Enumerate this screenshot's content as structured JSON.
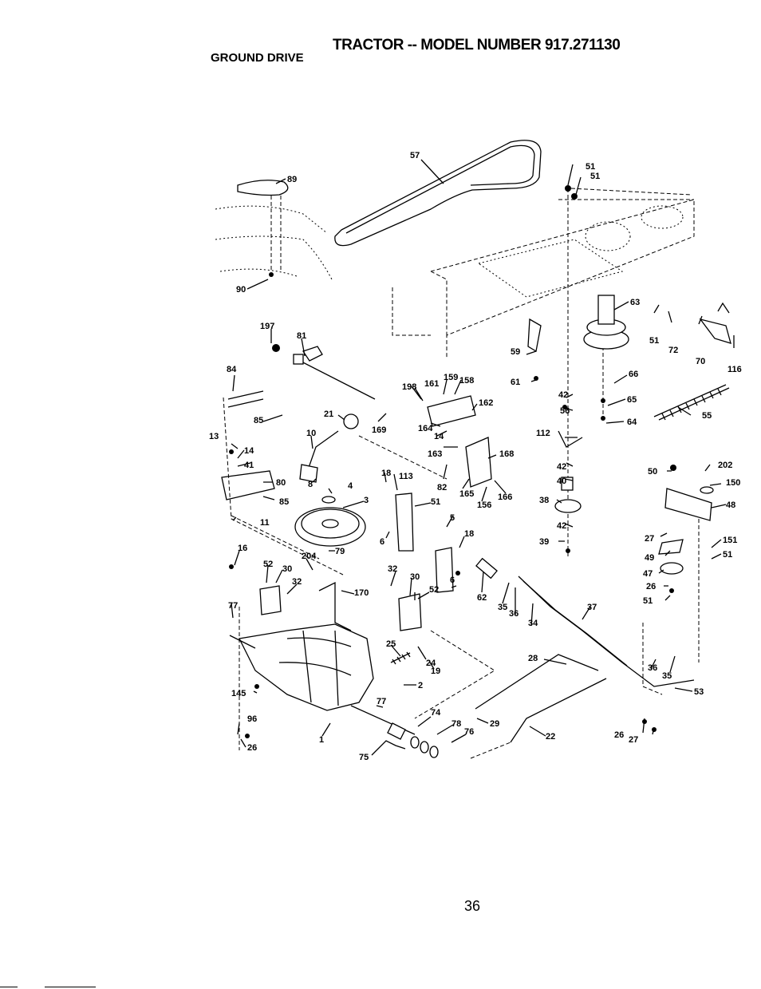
{
  "header": {
    "title": "TRACTOR -- MODEL NUMBER 917.271130",
    "subtitle": "GROUND DRIVE"
  },
  "page_number": "36",
  "callouts": [
    "57",
    "51",
    "51",
    "89",
    "90",
    "63",
    "51",
    "72",
    "70",
    "116",
    "197",
    "81",
    "84",
    "159",
    "158",
    "198",
    "161",
    "66",
    "162",
    "59",
    "61",
    "42",
    "65",
    "56",
    "64",
    "55",
    "85",
    "21",
    "169",
    "164",
    "14",
    "13",
    "10",
    "14",
    "112",
    "41",
    "163",
    "168",
    "8",
    "80",
    "18",
    "113",
    "82",
    "4",
    "42",
    "50",
    "202",
    "40",
    "85",
    "150",
    "165",
    "166",
    "48",
    "156",
    "3",
    "51",
    "38",
    "5",
    "11",
    "18",
    "42",
    "27",
    "6",
    "39",
    "151",
    "49",
    "51",
    "16",
    "204",
    "79",
    "47",
    "52",
    "30",
    "32",
    "26",
    "62",
    "32",
    "30",
    "51",
    "170",
    "35",
    "52",
    "77",
    "36",
    "6",
    "37",
    "34",
    "25",
    "24",
    "28",
    "19",
    "2",
    "36",
    "35",
    "145",
    "53",
    "77",
    "96",
    "74",
    "29",
    "78",
    "76",
    "1",
    "26",
    "22",
    "26",
    "27",
    "75"
  ]
}
